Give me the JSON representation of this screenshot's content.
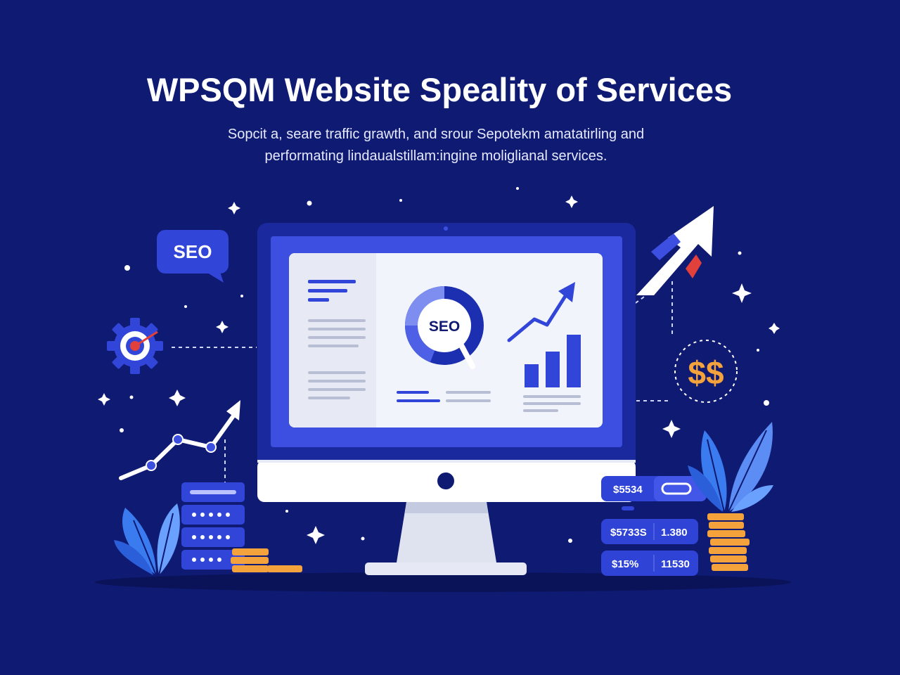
{
  "header": {
    "title": "WPSQM Website Speality of Services",
    "subtitle_line1": "Sopcit a, seare traffic grawth, and srour Sepotekm amatatirling and",
    "subtitle_line2": "performating lindaualstillam:ingine moliglianal services."
  },
  "illustration": {
    "seo_bubble_label": "SEO",
    "screen_donut_label": "SEO",
    "dollar_badge": "$$",
    "price_tags": [
      {
        "left": "$5534",
        "right": ""
      },
      {
        "left": "$5733S",
        "right": "1.380"
      },
      {
        "left": "$15%",
        "right": "11530"
      }
    ]
  },
  "icons": {
    "target_gear": "gear-target-icon",
    "growth_arrow": "rocket-arrow-icon",
    "server_stack": "server-icon",
    "plant": "leaf-icon",
    "coins": "coin-stack-icon"
  },
  "colors": {
    "background": "#0f1a72",
    "accent_blue": "#3d4fe0",
    "light_blue": "#6f86f0",
    "coin": "#f4a23c",
    "alert_red": "#e2403a"
  }
}
